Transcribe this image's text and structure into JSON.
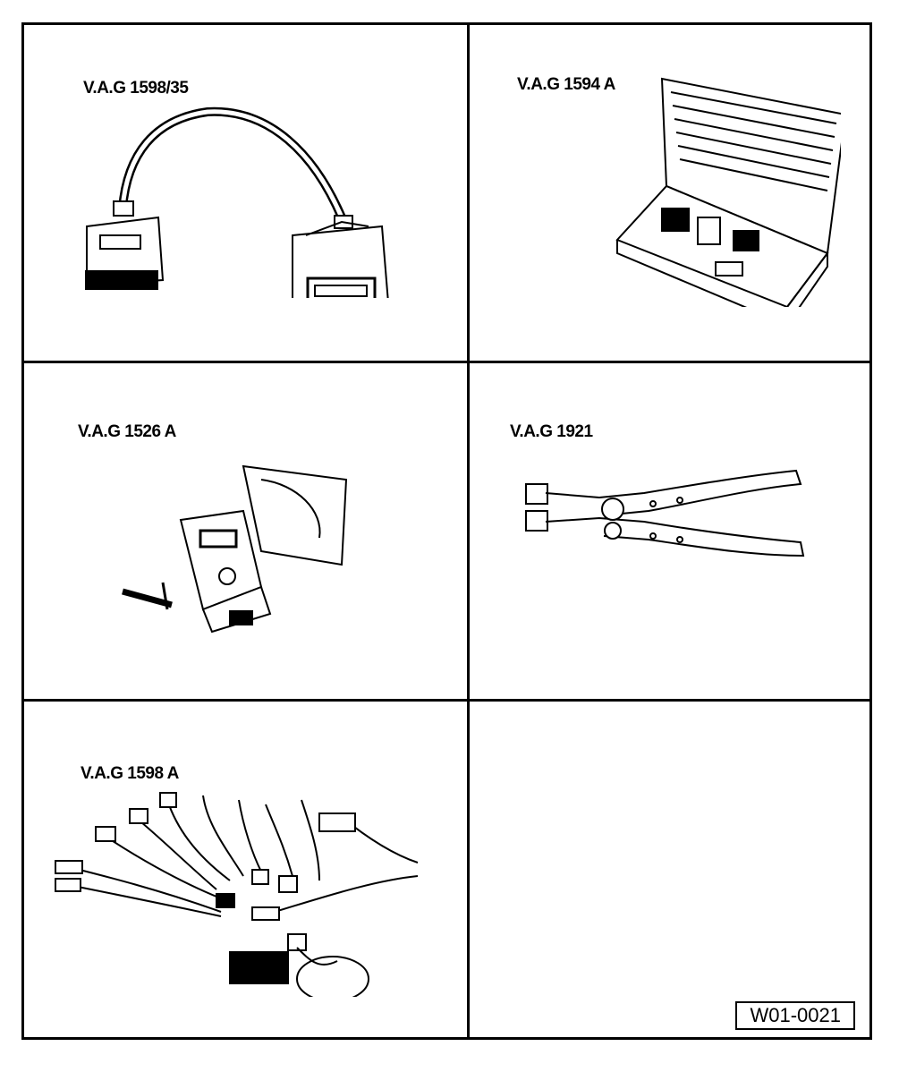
{
  "cells": [
    {
      "label": "V.A.G 1598/35",
      "icon": "obd-adapter-cable-icon"
    },
    {
      "label": "V.A.G 1594 A",
      "icon": "connector-test-case-icon"
    },
    {
      "label": "V.A.G 1526 A",
      "icon": "multimeter-kit-icon"
    },
    {
      "label": "V.A.G 1921",
      "icon": "hose-clip-pliers-icon"
    },
    {
      "label": "V.A.G 1598 A",
      "icon": "adapter-cable-set-icon"
    },
    {
      "label": "",
      "icon": ""
    }
  ],
  "ref_code": "W01-0021",
  "colors": {
    "line": "#000000",
    "background": "#ffffff"
  }
}
